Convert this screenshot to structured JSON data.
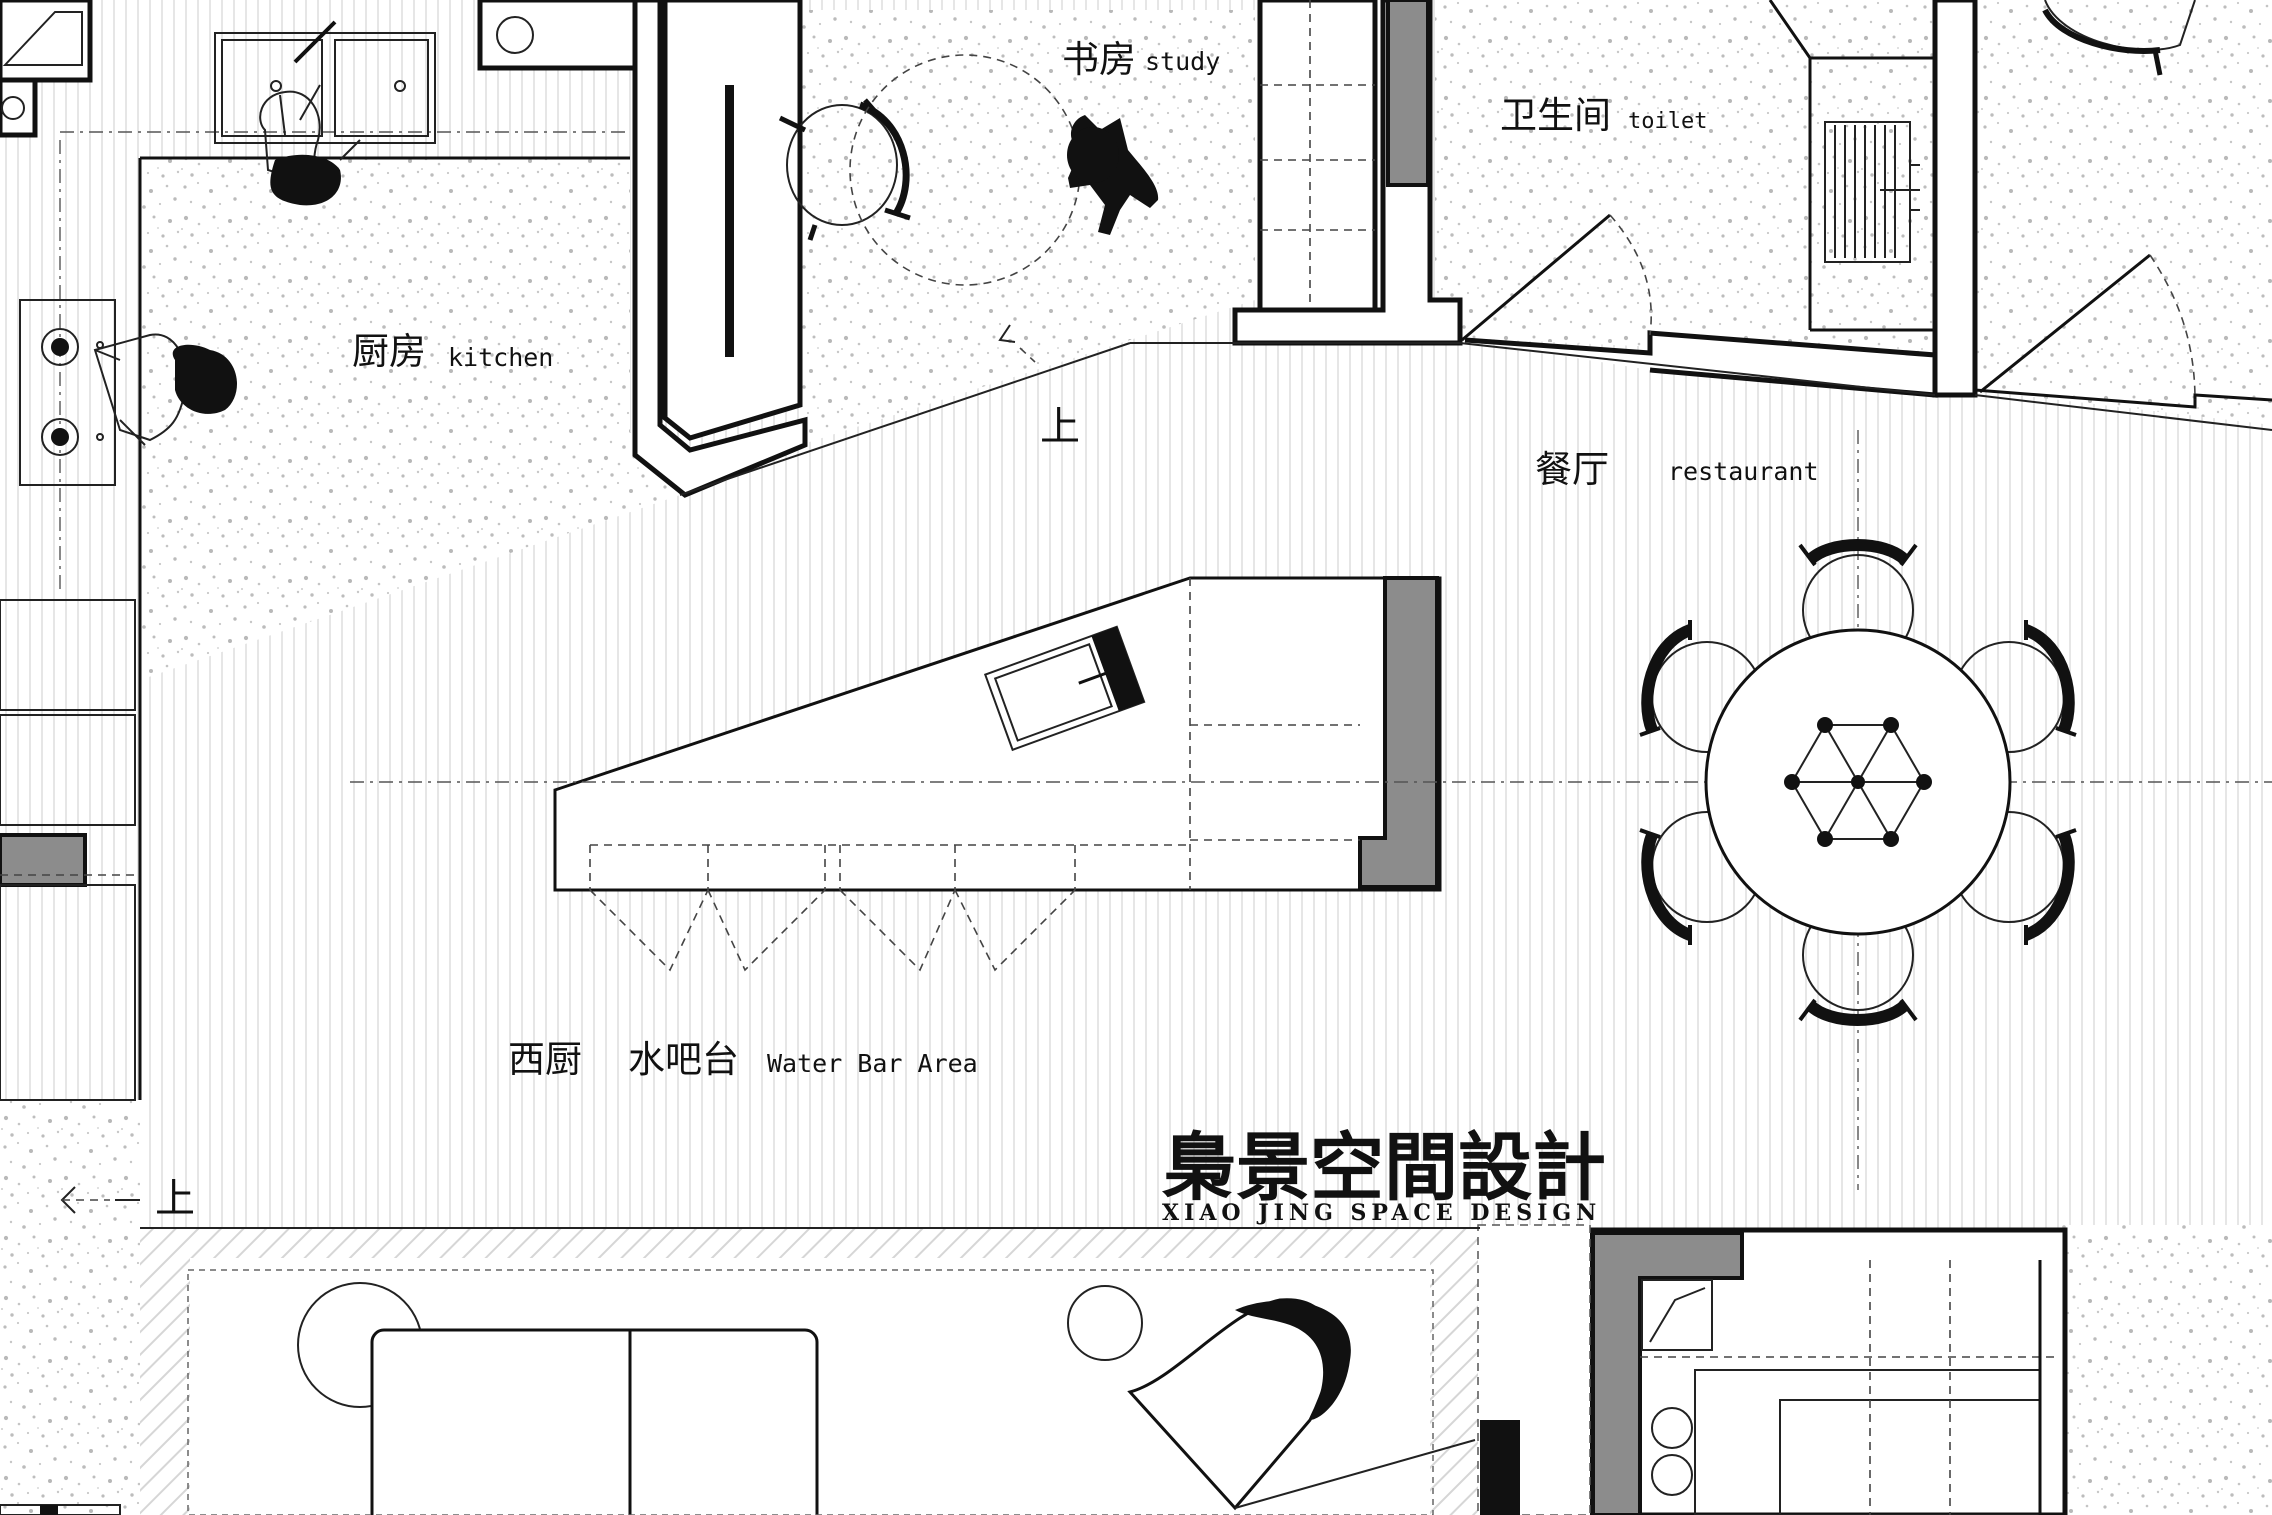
{
  "rooms": {
    "study": {
      "cn": "书房",
      "en": "study"
    },
    "toilet": {
      "cn": "卫生间",
      "en": "toilet"
    },
    "kitchen": {
      "cn": "厨房",
      "en": "kitchen"
    },
    "restaurant": {
      "cn": "餐厅",
      "en": "restaurant"
    },
    "water_bar": {
      "cn1": "西厨",
      "cn2": "水吧台",
      "en": "Water Bar Area"
    }
  },
  "markers": {
    "up": "上"
  },
  "brand": {
    "cn": "梟景空間設計",
    "en": "XIAO JING SPACE DESIGN"
  },
  "colors": {
    "wall_fill": "#8c8c8c",
    "terrazzo_dot": "#bdbdbd",
    "floor_stripe": "#d8d8d8"
  },
  "icons": [
    "person-icon",
    "dog-icon",
    "chair-icon",
    "stove-icon",
    "sink-icon",
    "round-table-icon",
    "sofa-icon",
    "lounge-chair-icon"
  ]
}
